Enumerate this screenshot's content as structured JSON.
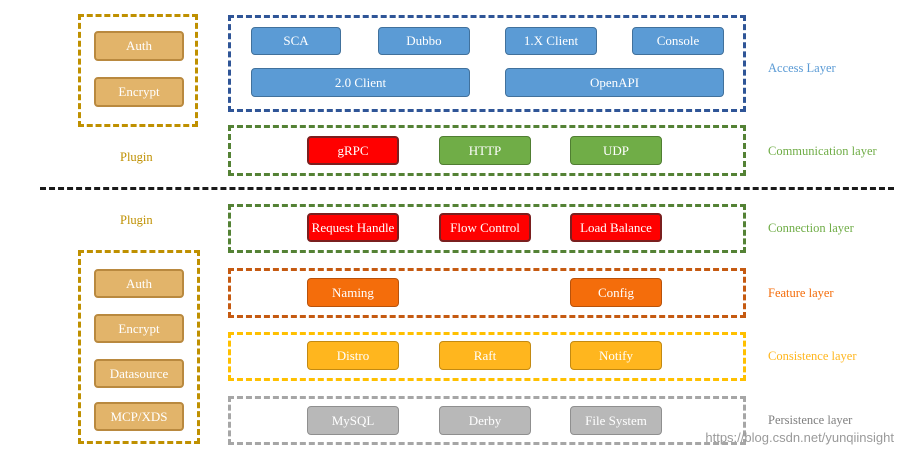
{
  "colors": {
    "access": "#2f5597",
    "communication": "#548235",
    "connection": "#548235",
    "feature": "#c55a11",
    "consistence": "#ffc000",
    "persistence": "#a6a6a6",
    "plugin": "#bf9000",
    "label_blue": "#5b9bd5",
    "label_green": "#70ad47",
    "label_orange": "#f46d0b",
    "label_yellow": "#ffb61e",
    "label_gray": "#7f7f7f"
  },
  "plugin_top": {
    "label": "Plugin",
    "items": [
      "Auth",
      "Encrypt"
    ]
  },
  "plugin_bottom": {
    "label": "Plugin",
    "items": [
      "Auth",
      "Encrypt",
      "Datasource",
      "MCP/XDS"
    ]
  },
  "layers": {
    "access": {
      "label": "Access Layer",
      "row1": [
        "SCA",
        "Dubbo",
        "1.X Client",
        "Console"
      ],
      "row2": [
        "2.0 Client",
        "OpenAPI"
      ]
    },
    "communication": {
      "label": "Communication layer",
      "items": [
        "gRPC",
        "HTTP",
        "UDP"
      ]
    },
    "connection": {
      "label": "Connection layer",
      "items": [
        "Request Handle",
        "Flow Control",
        "Load Balance"
      ]
    },
    "feature": {
      "label": "Feature layer",
      "items": [
        "Naming",
        "Config"
      ]
    },
    "consistence": {
      "label": "Consistence layer",
      "items": [
        "Distro",
        "Raft",
        "Notify"
      ]
    },
    "persistence": {
      "label": "Persistence layer",
      "items": [
        "MySQL",
        "Derby",
        "File System"
      ]
    }
  },
  "watermark": "https://blog.csdn.net/yunqiinsight"
}
